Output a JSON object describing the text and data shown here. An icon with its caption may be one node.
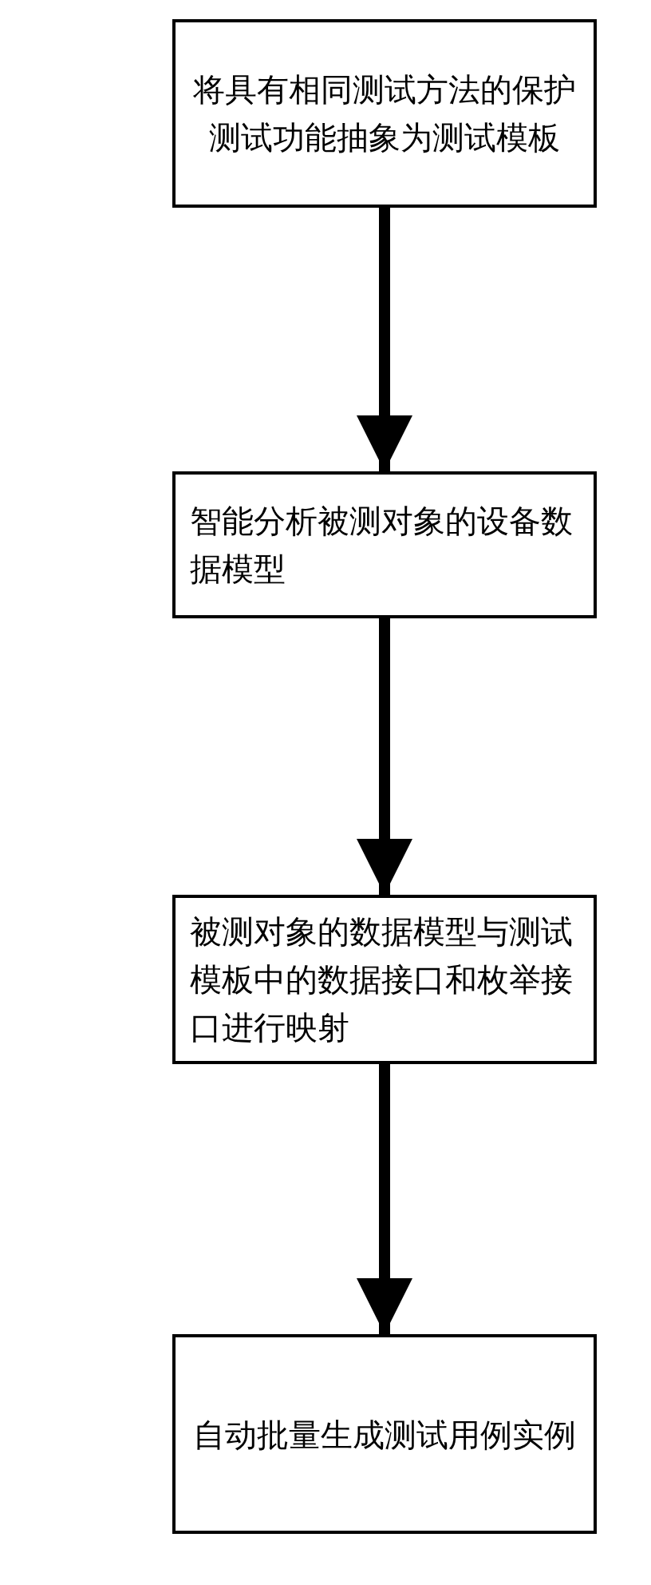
{
  "diagram": {
    "nodes": [
      {
        "text": [
          "将具有相同测试方法的保护测试功能抽象为测试模板"
        ]
      },
      {
        "text": [
          "智能分析被测对象的设备数据模型"
        ]
      },
      {
        "text": [
          "被测对象的数据模型与测试模板中的数据接口和枚举接口进行映射"
        ]
      },
      {
        "text": [
          "自动批量生成测试用例实例"
        ]
      }
    ],
    "edges": [
      {
        "from": 0,
        "to": 1,
        "arrow": "to"
      },
      {
        "from": 1,
        "to": 2,
        "arrow": "to"
      },
      {
        "from": 2,
        "to": 3,
        "arrow": "to"
      }
    ]
  }
}
